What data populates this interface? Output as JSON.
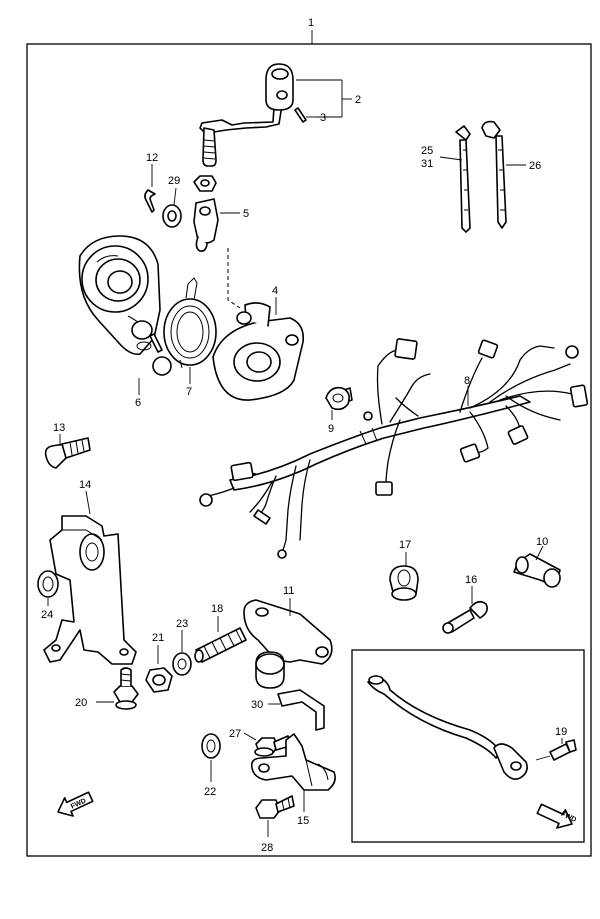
{
  "callouts": {
    "c1": "1",
    "c2": "2",
    "c3": "3",
    "c4": "4",
    "c5": "5",
    "c6": "6",
    "c7": "7",
    "c8": "8",
    "c9": "9",
    "c10": "10",
    "c11": "11",
    "c12": "12",
    "c13": "13",
    "c14": "14",
    "c15": "15",
    "c16": "16",
    "c17": "17",
    "c18": "18",
    "c19": "19",
    "c20": "20",
    "c21": "21",
    "c22": "22",
    "c23": "23",
    "c24": "24",
    "c25": "25",
    "c26": "26",
    "c27": "27",
    "c28": "28",
    "c29": "29",
    "c30": "30",
    "c31": "31"
  },
  "fwd_label": "FWD"
}
